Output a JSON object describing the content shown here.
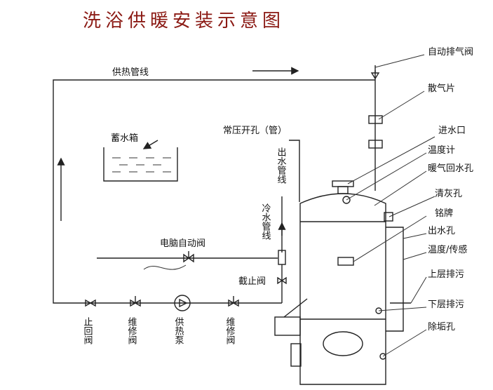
{
  "title": "洗浴供暖安装示意图",
  "labels": {
    "supply_pipe": "供热管线",
    "water_tank": "蓄水箱",
    "vent_pipe": "常压开孔（管）",
    "outlet_pipe": "出水管线",
    "cold_pipe": "冷水管线",
    "auto_valve": "电脑自动阀",
    "stop_valve": "截止阀",
    "check_valve": "止回阀",
    "maint_valve_1": "维修阀",
    "pump": "供热泵",
    "maint_valve_2": "维修阀"
  },
  "callouts": [
    "自动排气阀",
    "散气片",
    "进水口",
    "温度计",
    "暖气回水孔",
    "清灰孔",
    "铭牌",
    "出水孔",
    "温度/传感",
    "上层排污",
    "下层排污",
    "除垢孔"
  ]
}
